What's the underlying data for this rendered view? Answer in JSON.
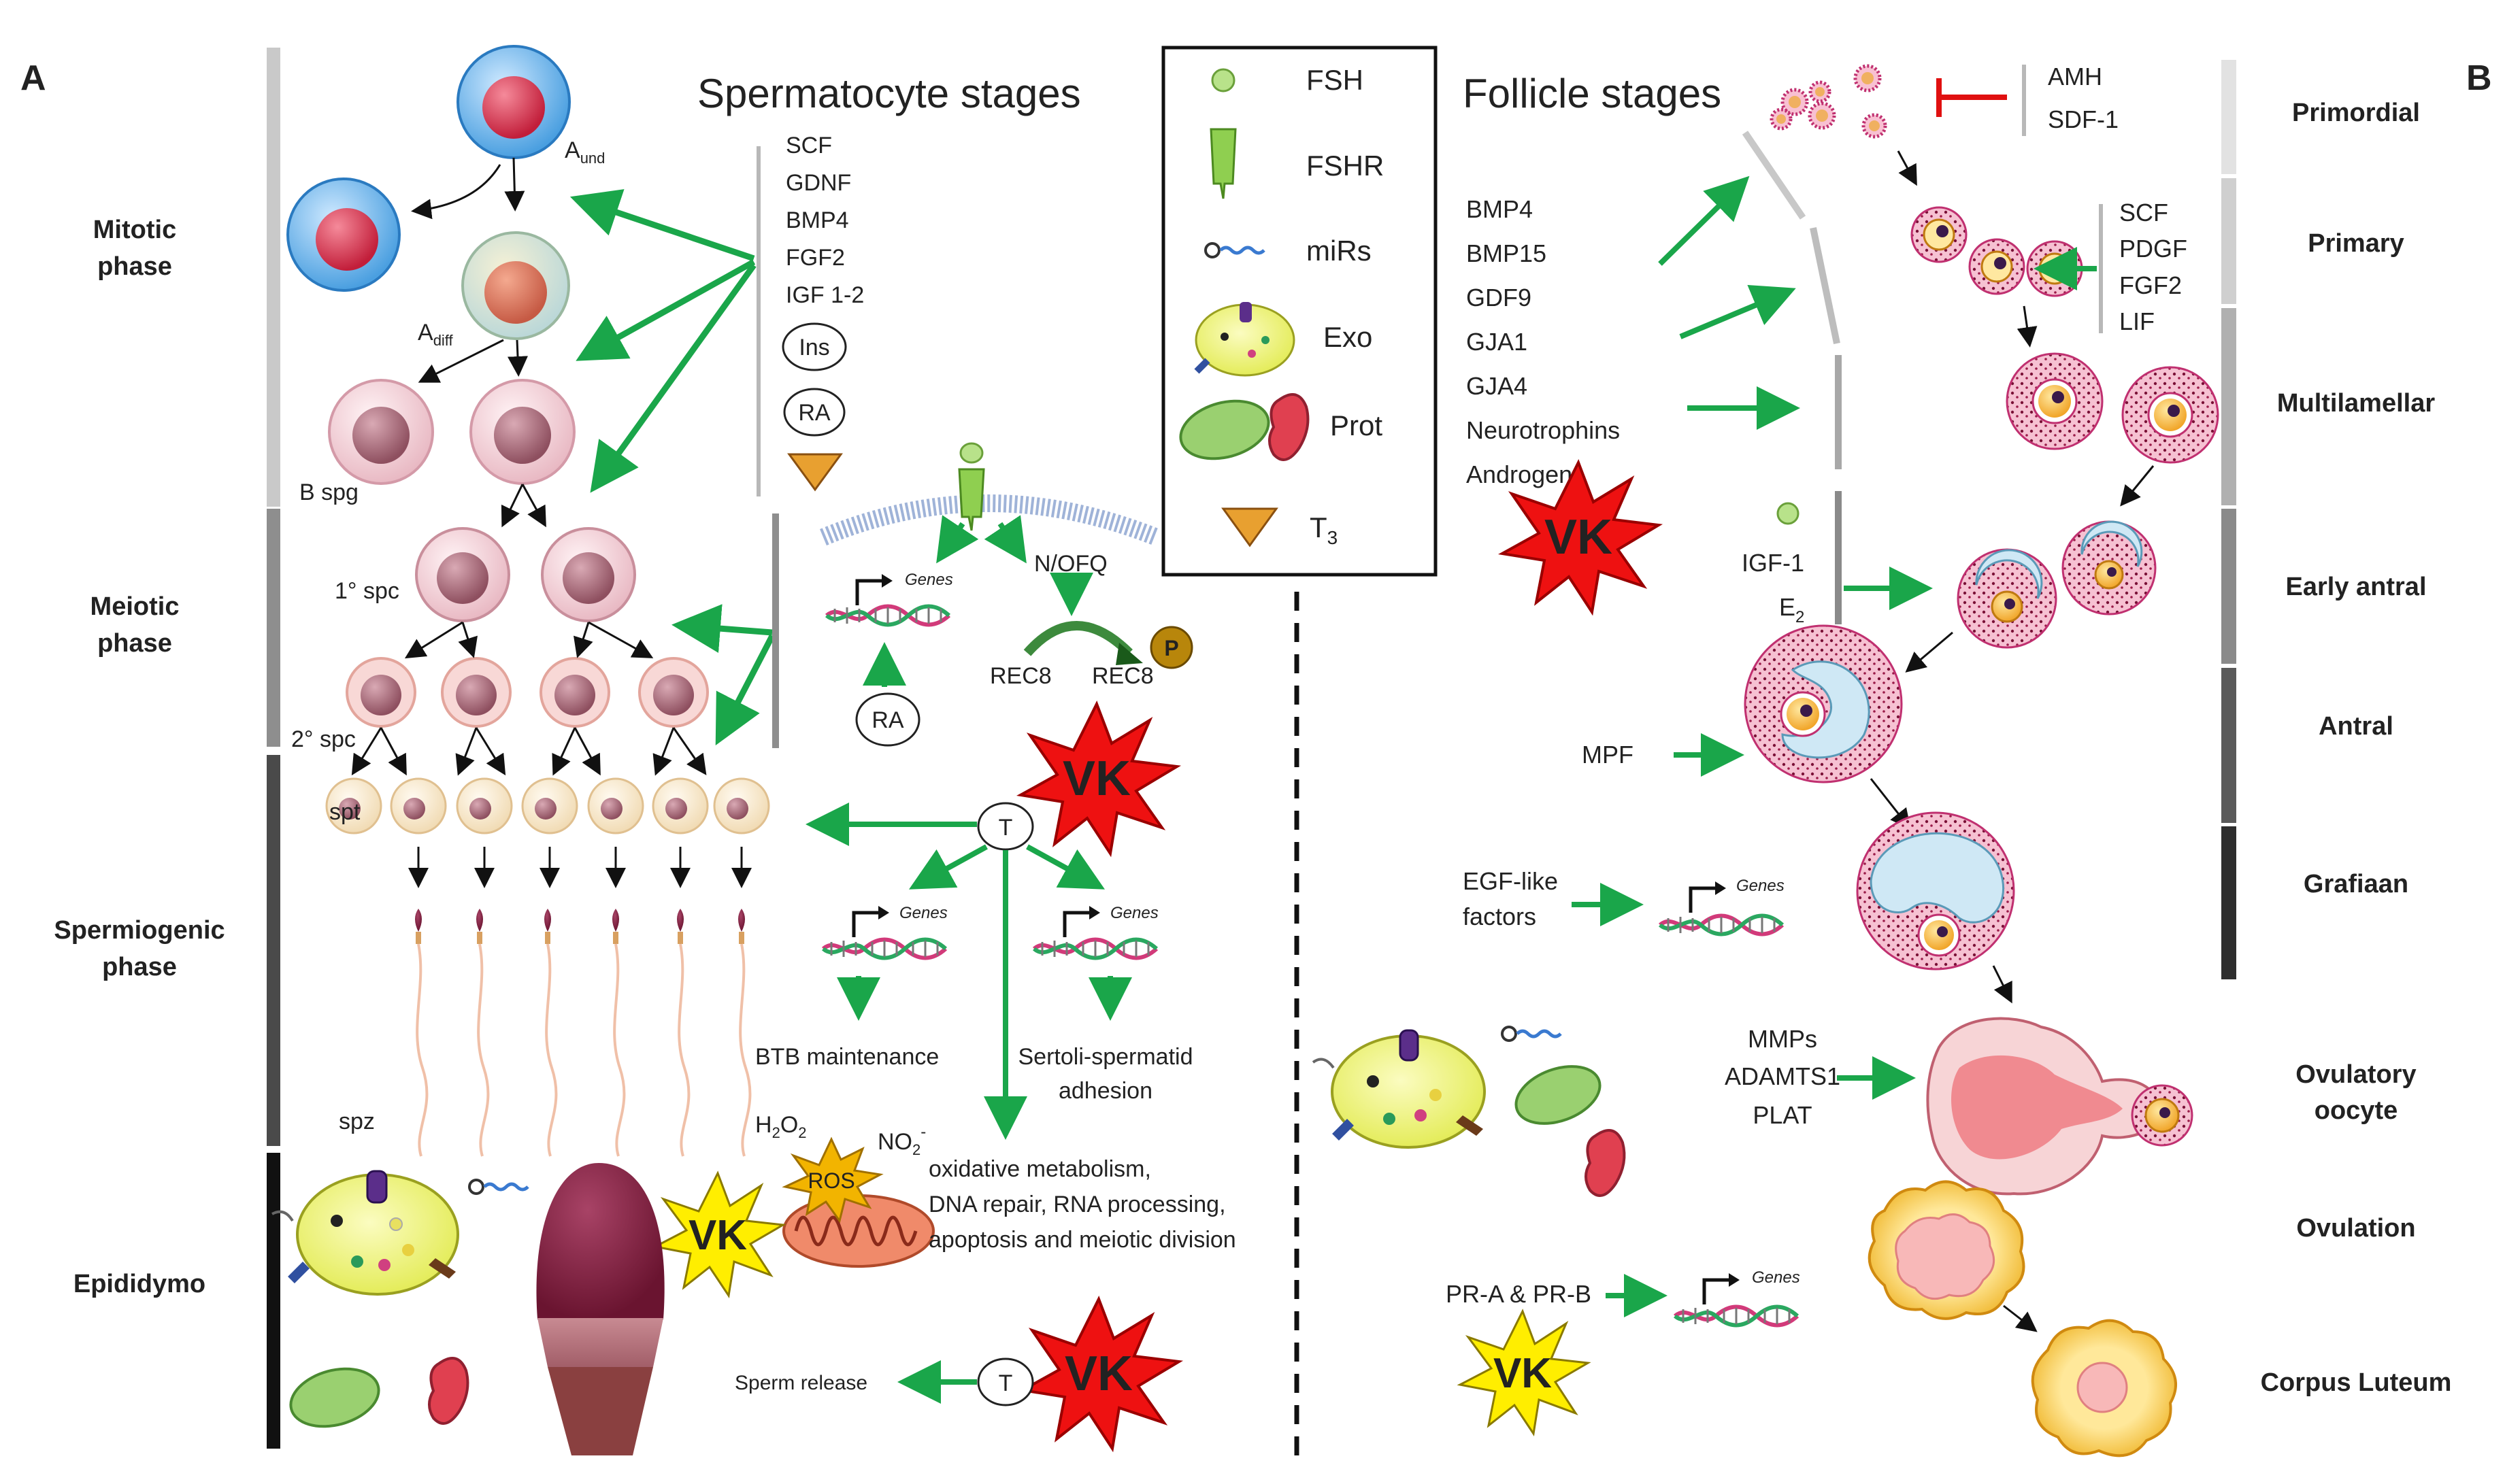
{
  "panel_a": {
    "letter": "A",
    "title": "Spermatocyte stages",
    "phases": [
      "Mitotic",
      "phase",
      "Meiotic",
      "phase",
      "Spermiogenic",
      "phase",
      "Epididymo"
    ],
    "cells": {
      "a_und": "A",
      "a_und_sub": "und",
      "a_diff": "A",
      "a_diff_sub": "diff",
      "b_spg": "B spg",
      "spc1": "1° spc",
      "spc2": "2° spc",
      "spt": "spt",
      "spz": "spz"
    },
    "factors": [
      "SCF",
      "GDNF",
      "BMP4",
      "FGF2",
      "IGF 1-2"
    ],
    "ins": "Ins",
    "ra": "RA",
    "ra2": "RA",
    "genes": "Genes",
    "nofq": "N/OFQ",
    "rec8": "REC8",
    "rec8p": "REC8",
    "p": "P",
    "t": "T",
    "vk": "VK",
    "btb": "BTB maintenance",
    "sertoli": [
      "Sertoli-spermatid",
      "adhesion"
    ],
    "h2o2": "H",
    "h2o2_sub": "2",
    "h2o2_tail": "O",
    "h2o2_sub2": "2",
    "no2": "NO",
    "no2_sub": "2",
    "no2_sup": "-",
    "ros": "ROS",
    "oxidative": [
      "oxidative metabolism,",
      "DNA repair, RNA processing,",
      "apoptosis and meiotic division"
    ],
    "sperm_release": "Sperm release"
  },
  "legend": {
    "items": [
      "FSH",
      "FSHR",
      "miRs",
      "Exo",
      "Prot",
      "T"
    ],
    "t3_sub": "3"
  },
  "panel_b": {
    "letter": "B",
    "title": "Follicle stages",
    "stages": [
      "Primordial",
      "Primary",
      "Multilamellar",
      "Early antral",
      "Antral",
      "Grafiaan",
      "Ovulatory",
      "oocyte",
      "Ovulation",
      "Corpus Luteum"
    ],
    "inhibitors": [
      "AMH",
      "SDF-1"
    ],
    "primary_factors": [
      "SCF",
      "PDGF",
      "FGF2",
      "LIF"
    ],
    "factors": [
      "BMP4",
      "BMP15",
      "GDF9",
      "GJA1",
      "GJA4",
      "Neurotrophins",
      "Androgens"
    ],
    "igf": "IGF-1",
    "e2": "E",
    "e2_sub": "2",
    "mpf": "MPF",
    "egf": [
      "EGF-like",
      "factors"
    ],
    "genes": "Genes",
    "mmps": [
      "MMPs",
      "ADAMTS1",
      "PLAT"
    ],
    "pr": "PR-A & PR-B",
    "vk": "VK"
  },
  "colors": {
    "arrow_green": "#1aa64a",
    "vk_red": "#ee1111",
    "vk_yellow": "#ffee00",
    "inhibit_red": "#e01010"
  }
}
